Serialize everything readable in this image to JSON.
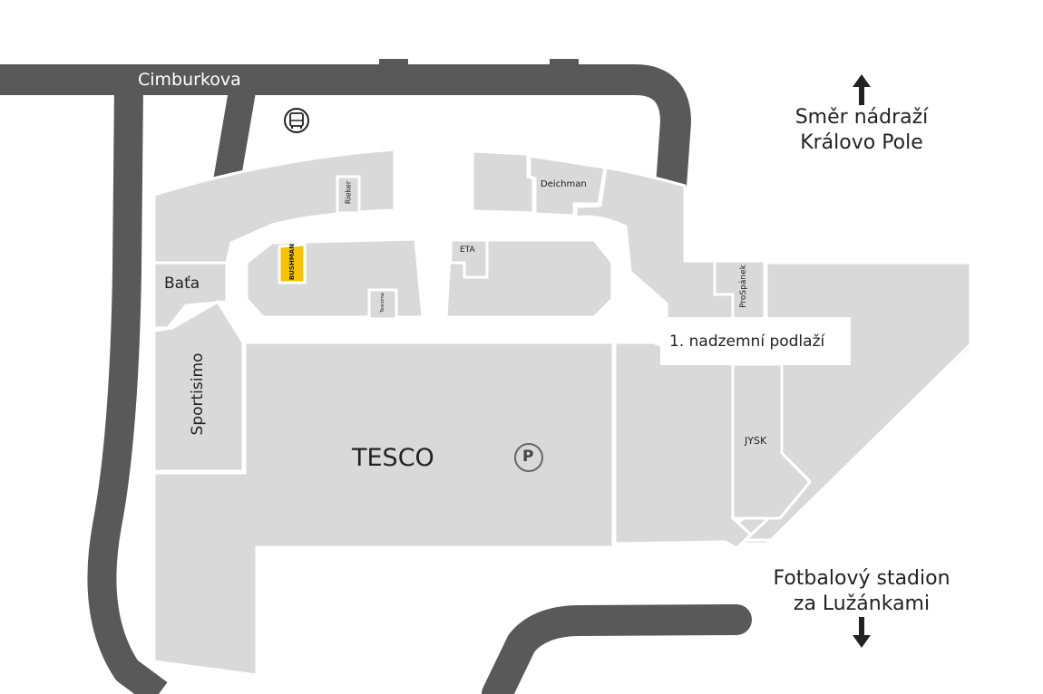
{
  "map": {
    "colors": {
      "road": "#595959",
      "building": "#d9d9d9",
      "highlight": "#f7c300",
      "background": "#ffffff",
      "text": "#222222"
    },
    "streets": [
      {
        "name": "Cimburkova"
      }
    ],
    "floor_label": "1. nadzemní podlaží",
    "directions": {
      "north": {
        "line1": "Směr nádraží",
        "line2": "Královo Pole",
        "icon": "arrow-up-icon"
      },
      "south": {
        "line1": "Fotbalový stadion",
        "line2": "za Lužánkami",
        "icon": "arrow-down-icon"
      }
    },
    "shops": {
      "rieker": "Rieker",
      "bushman": "BUSHMAN",
      "tescoma": "Tescoma",
      "deichman": "Deichman",
      "eta": "ETA",
      "prospanek": "ProSpánek",
      "bata": "Baťa",
      "sportisimo": "Sportisimo",
      "tesco": "TESCO",
      "jysk": "JYSK"
    },
    "icons": {
      "bus_stop": "bus-stop-icon",
      "parking": "P"
    },
    "highlighted_shop": "BUSHMAN"
  }
}
